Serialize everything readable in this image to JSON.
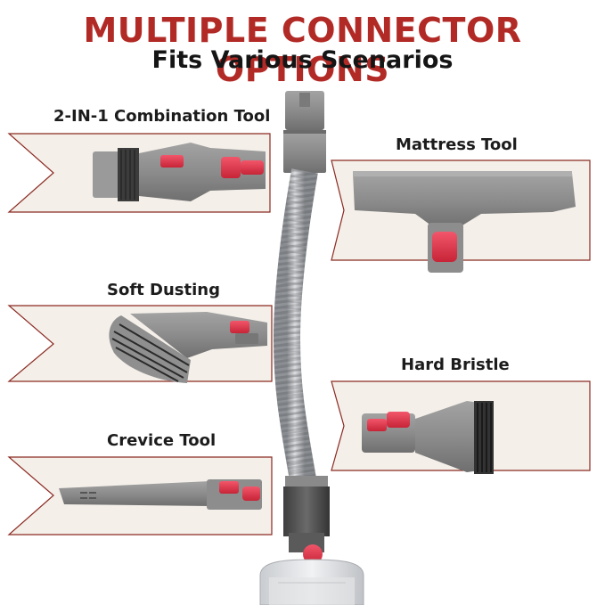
{
  "header": {
    "title": "MULTIPLE CONNECTOR OPTIONS",
    "subtitle": "Fits Various Scenarios"
  },
  "tools": [
    {
      "name": "2-IN-1 Combination Tool",
      "icon": "combination-tool-icon"
    },
    {
      "name": "Mattress Tool",
      "icon": "mattress-tool-icon"
    },
    {
      "name": "Soft Dusting",
      "icon": "soft-dusting-brush-icon"
    },
    {
      "name": "Hard Bristle",
      "icon": "hard-bristle-brush-icon"
    },
    {
      "name": "Crevice Tool",
      "icon": "crevice-tool-icon"
    }
  ],
  "colors": {
    "accent": "#b22a26",
    "panel": "#f4efe9",
    "panel_border": "#8b2a22",
    "tool_gray": "#8e8e8e",
    "button_red": "#e23a4d",
    "hose_gray": "#b3b5b8"
  },
  "icons": {
    "hose": "extension-hose-icon",
    "connector": "connector-icon",
    "vacuum": "vacuum-bin-icon"
  }
}
